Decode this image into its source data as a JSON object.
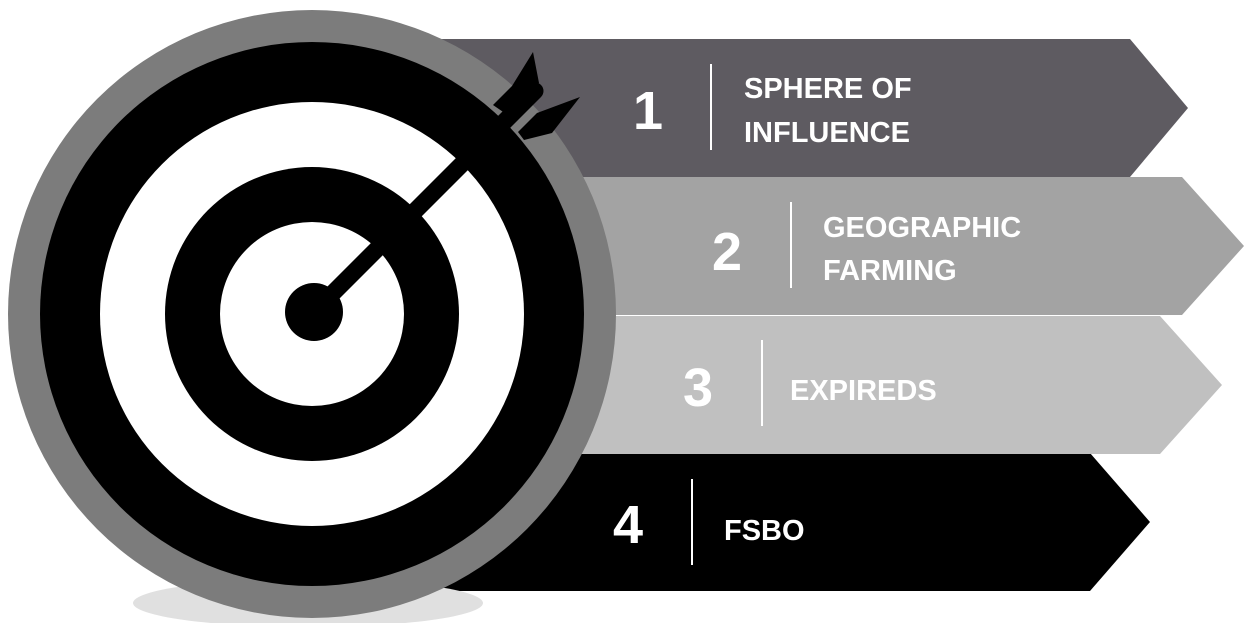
{
  "steps": [
    {
      "number": "1",
      "line1": "SPHERE OF",
      "line2": "INFLUENCE"
    },
    {
      "number": "2",
      "line1": "GEOGRAPHIC",
      "line2": "FARMING"
    },
    {
      "number": "3",
      "line1": "EXPIREDS",
      "line2": ""
    },
    {
      "number": "4",
      "line1": "FSBO",
      "line2": ""
    }
  ],
  "colors": {
    "band1": "#5e5b61",
    "band2": "#a3a3a3",
    "band3": "#c0c0c0",
    "band4": "#000000",
    "target_outer": "#7c7c7c",
    "target_dark": "#000000",
    "target_light": "#ffffff",
    "shadow": "#e0e0e0"
  },
  "icons": {
    "target": "target-icon",
    "arrow": "arrow-icon"
  }
}
